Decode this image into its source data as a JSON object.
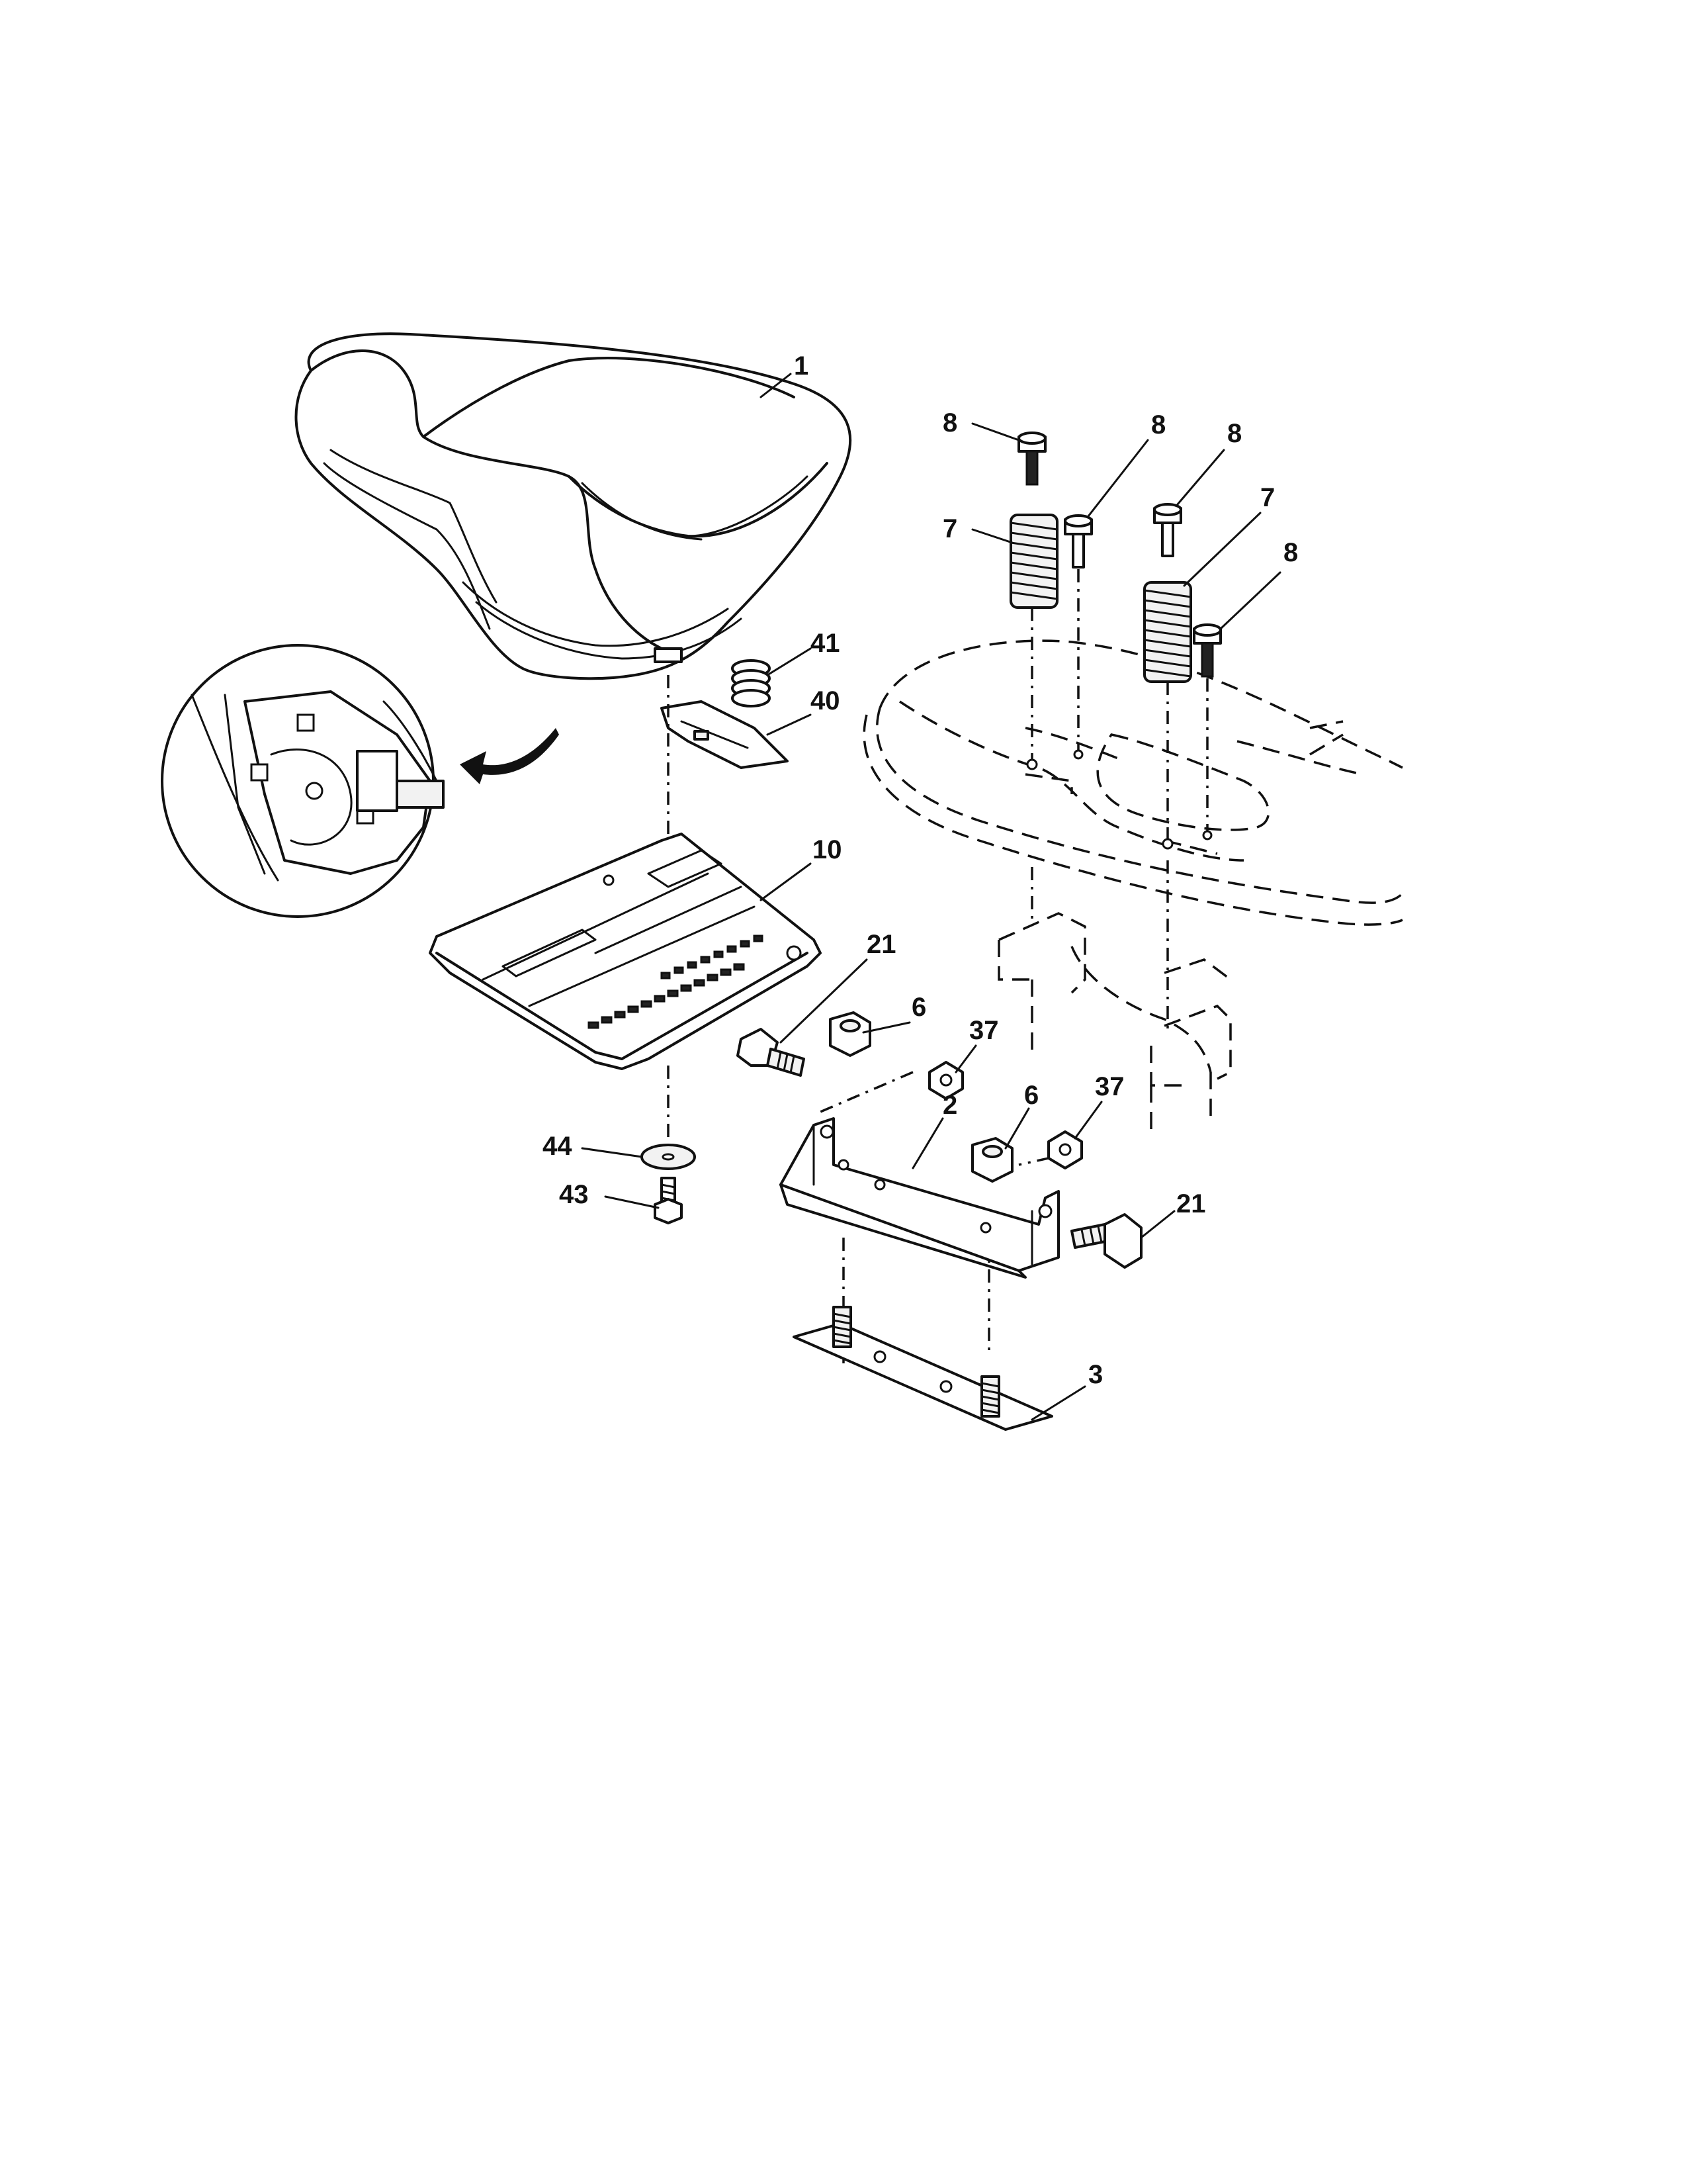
{
  "diagram": {
    "callouts": [
      {
        "id": "c1",
        "text": "1"
      },
      {
        "id": "c8a",
        "text": "8"
      },
      {
        "id": "c8b",
        "text": "8"
      },
      {
        "id": "c8c",
        "text": "8"
      },
      {
        "id": "c7a",
        "text": "7"
      },
      {
        "id": "c7b",
        "text": "7"
      },
      {
        "id": "c8d",
        "text": "8"
      },
      {
        "id": "c41",
        "text": "41"
      },
      {
        "id": "c40",
        "text": "40"
      },
      {
        "id": "c10",
        "text": "10"
      },
      {
        "id": "c21a",
        "text": "21"
      },
      {
        "id": "c6a",
        "text": "6"
      },
      {
        "id": "c37a",
        "text": "37"
      },
      {
        "id": "c6b",
        "text": "6"
      },
      {
        "id": "c37b",
        "text": "37"
      },
      {
        "id": "c2",
        "text": "2"
      },
      {
        "id": "c44",
        "text": "44"
      },
      {
        "id": "c43",
        "text": "43"
      },
      {
        "id": "c21b",
        "text": "21"
      },
      {
        "id": "c3",
        "text": "3"
      }
    ]
  }
}
